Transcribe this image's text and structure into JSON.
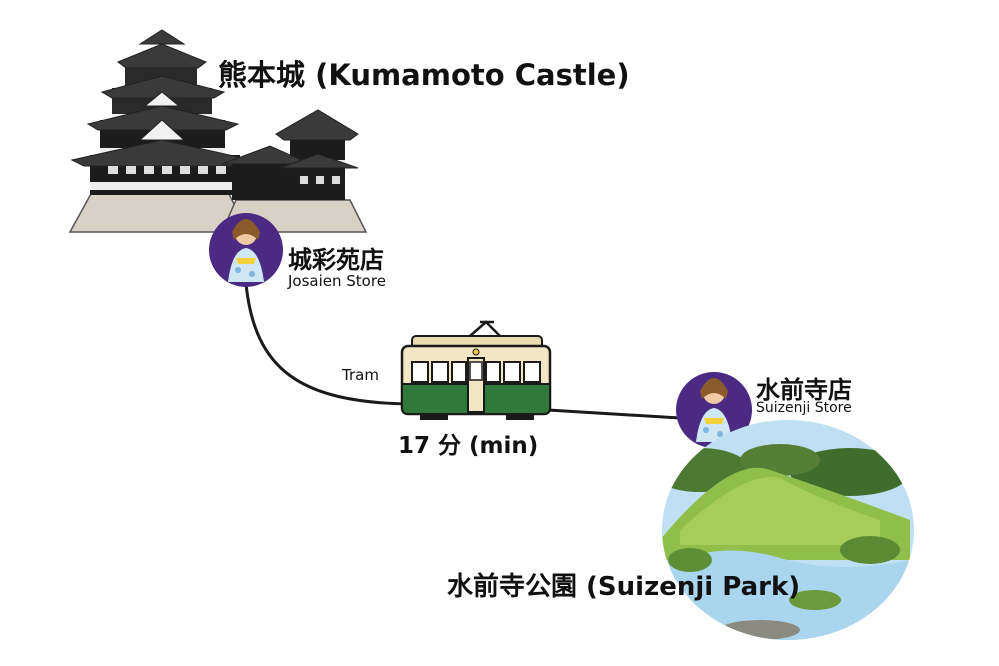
{
  "castle": {
    "title": "熊本城 (Kumamoto Castle)"
  },
  "stores": {
    "josaien": {
      "name_ja": "城彩苑店",
      "name_en": "Josaien Store"
    },
    "suizenji": {
      "name_ja": "水前寺店",
      "name_en": "Suizenji Store"
    }
  },
  "route": {
    "mode": "Tram",
    "duration": "17 分 (min)"
  },
  "park": {
    "title": "水前寺公園 (Suizenji Park)"
  },
  "colors": {
    "line": "#1a1a1a",
    "store_badge": "#4b2a84",
    "tram_cream": "#f1e7c4",
    "tram_green": "#2f7a3a",
    "park_water": "#bfe0f2",
    "park_grass": "#6fa23a"
  },
  "icons": [
    "castle-illustration",
    "store-badge-icon",
    "tram-illustration",
    "park-illustration"
  ]
}
